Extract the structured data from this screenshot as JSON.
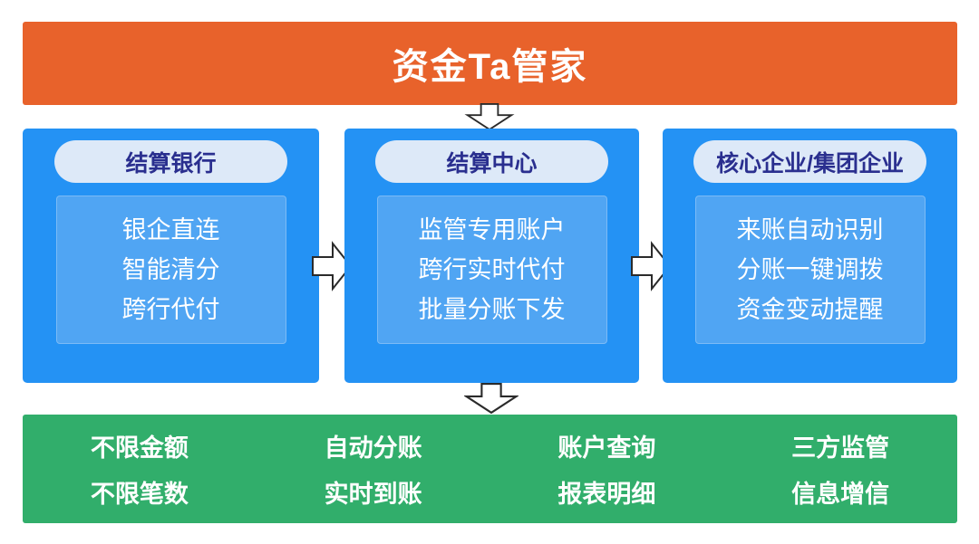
{
  "title": "资金Ta管家",
  "columns": [
    {
      "header": "结算银行",
      "items": [
        "银企直连",
        "智能清分",
        "跨行代付"
      ]
    },
    {
      "header": "结算中心",
      "items": [
        "监管专用账户",
        "跨行实时代付",
        "批量分账下发"
      ]
    },
    {
      "header": "核心企业/集团企业",
      "items": [
        "来账自动识别",
        "分账一键调拨",
        "资金变动提醒"
      ]
    }
  ],
  "footer": {
    "rows": [
      [
        "不限金额",
        "自动分账",
        "账户查询",
        "三方监管"
      ],
      [
        "不限笔数",
        "实时到账",
        "报表明细",
        "信息增信"
      ]
    ]
  },
  "icons": {
    "down_arrow": "down-arrow",
    "right_arrow": "right-arrow"
  },
  "colors": {
    "banner_orange": "#E8622B",
    "box_blue": "#2492F4",
    "inner_blue": "#50A5F3",
    "pill_bg": "#DDE9F8",
    "pill_text": "#2A2F8F",
    "footer_green": "#31AE6B",
    "text_white": "#FFFFFF",
    "arrow_outline": "#2B2B2B"
  }
}
